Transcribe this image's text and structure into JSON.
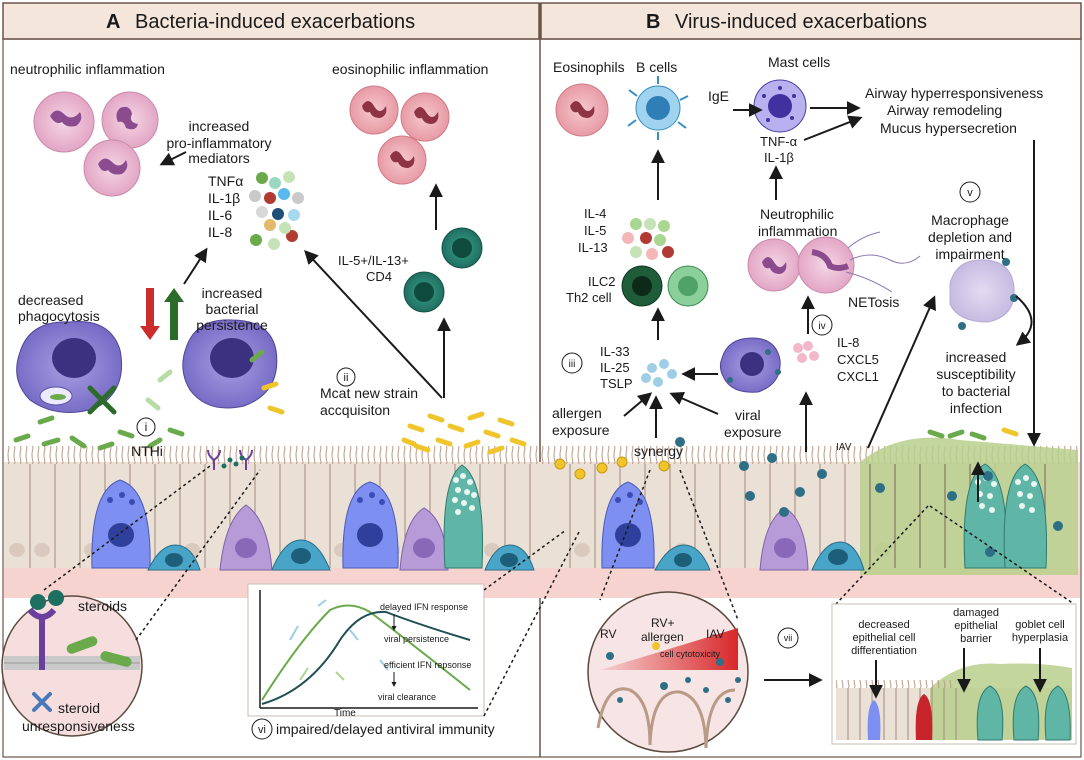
{
  "panel_a": {
    "letter": "A",
    "title": "Bacteria-induced exacerbations",
    "neutrophilic": "neutrophilic inflammation",
    "eosinophilic": "eosinophilic inflammation",
    "mediators_1": "increased",
    "mediators_2": "pro-inflammatory",
    "mediators_3": "mediators",
    "cyto_1": "TNFα",
    "cyto_2": "IL-1β",
    "cyto_3": "IL-6",
    "cyto_4": "IL-8",
    "il5_1": "IL-5+/IL-13+",
    "il5_2": "CD4",
    "decreased_1": "decreased",
    "decreased_2": "phagocytosis",
    "increased_1": "increased",
    "increased_2": "bacterial",
    "increased_3": "persistence",
    "i": "i",
    "nthi": "NTHi",
    "ii": "ii",
    "mcat_1": "Mcat new strain",
    "mcat_2": "accquisiton",
    "steroids": "steroids",
    "steroid_1": "steroid",
    "steroid_2": "unresponsiveness",
    "vi": "vi",
    "impaired": "impaired/delayed antiviral immunity",
    "graph": {
      "delayed": "delayed IFN response",
      "persistence": "viral persistence",
      "efficient": "efficient IFN repsonse",
      "clearance": "viral clearance",
      "time": "Time"
    }
  },
  "panel_b": {
    "letter": "B",
    "title": "Virus-induced exacerbations",
    "eosinophils": "Eosinophils",
    "bcells": "B cells",
    "mast": "Mast cells",
    "ige": "IgE",
    "ahr_1": "Airway hyperresponsiveness",
    "ahr_2": "Airway remodeling",
    "ahr_3": "Mucus hypersecretion",
    "tnf": "TNF-α",
    "il1b": "IL-1β",
    "th2_1": "IL-4",
    "th2_2": "IL-5",
    "th2_3": "IL-13",
    "ilc2": "ILC2",
    "th2cell": "Th2 cell",
    "neut_1": "Neutrophilic",
    "neut_2": "inflammation",
    "netosis": "NETosis",
    "v": "v",
    "mac_1": "Macrophage",
    "mac_2": "depletion and",
    "mac_3": "impairment",
    "iii": "iii",
    "alarm_1": "IL-33",
    "alarm_2": "IL-25",
    "alarm_3": "TSLP",
    "iv": "iv",
    "chem_1": "IL-8",
    "chem_2": "CXCL5",
    "chem_3": "CXCL1",
    "sus_1": "increased",
    "sus_2": "susceptibility",
    "sus_3": "to bacterial",
    "sus_4": "infection",
    "allergen_1": "allergen",
    "allergen_2": "exposure",
    "synergy": "synergy",
    "viral_1": "viral",
    "viral_2": "exposure",
    "iav": "IAV",
    "circle": {
      "rv": "RV",
      "rv_allergen_1": "RV+",
      "rv_allergen_2": "allergen",
      "iav": "IAV",
      "cyto": "cell cytotoxicity"
    },
    "vii": "vii",
    "inset": {
      "dec_1": "decreased",
      "dec_2": "epithelial cell",
      "dec_3": "differentiation",
      "dam_1": "damaged",
      "dam_2": "epithelial",
      "dam_3": "barrier",
      "gob_1": "goblet cell",
      "gob_2": "hyperplasia"
    }
  },
  "colors": {
    "header_bg": "#f5e6dc",
    "neutrophil": "#e9b5cf",
    "macrophage": "#8a7fcf",
    "epithelium": "#e8ddd4",
    "submucosa": "#f6d3cf",
    "mucus": "#b8cf8c",
    "virus": "#2e6f86",
    "nthi": "#6aaa4c",
    "mcat": "#f0c52c",
    "arrow_down": "#cc2c2c",
    "arrow_up": "#2d6b2a"
  }
}
